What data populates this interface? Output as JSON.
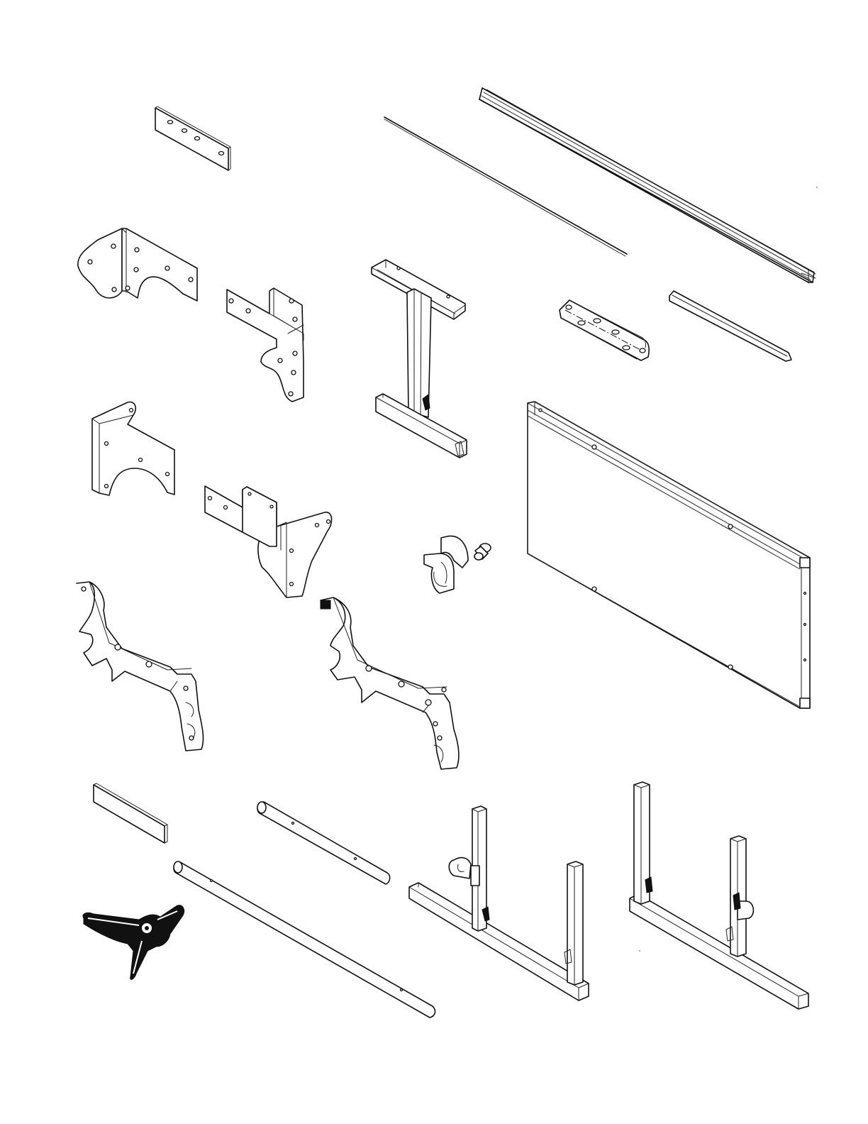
{
  "sheet": {
    "background": "#ffffff",
    "line_color": "#111111"
  },
  "parts": [
    {
      "name": "flat-connector-plate"
    },
    {
      "name": "thin-rod"
    },
    {
      "name": "long-channel-rail"
    },
    {
      "name": "corner-bracket-left-a"
    },
    {
      "name": "corner-bracket-right-a"
    },
    {
      "name": "t-stand-with-channel-top"
    },
    {
      "name": "angle-bracket-slotted"
    },
    {
      "name": "trim-strip"
    },
    {
      "name": "corner-bracket-left-b"
    },
    {
      "name": "corner-bracket-right-b"
    },
    {
      "name": "rectangular-panel-frame"
    },
    {
      "name": "rod-holder-clip"
    },
    {
      "name": "knob-screw"
    },
    {
      "name": "spine-bracket-left"
    },
    {
      "name": "spine-bracket-right"
    },
    {
      "name": "rubber-pad"
    },
    {
      "name": "short-round-tube"
    },
    {
      "name": "long-round-tube"
    },
    {
      "name": "spring-clamp"
    },
    {
      "name": "h-frame-stand-left"
    },
    {
      "name": "h-frame-stand-right"
    }
  ]
}
